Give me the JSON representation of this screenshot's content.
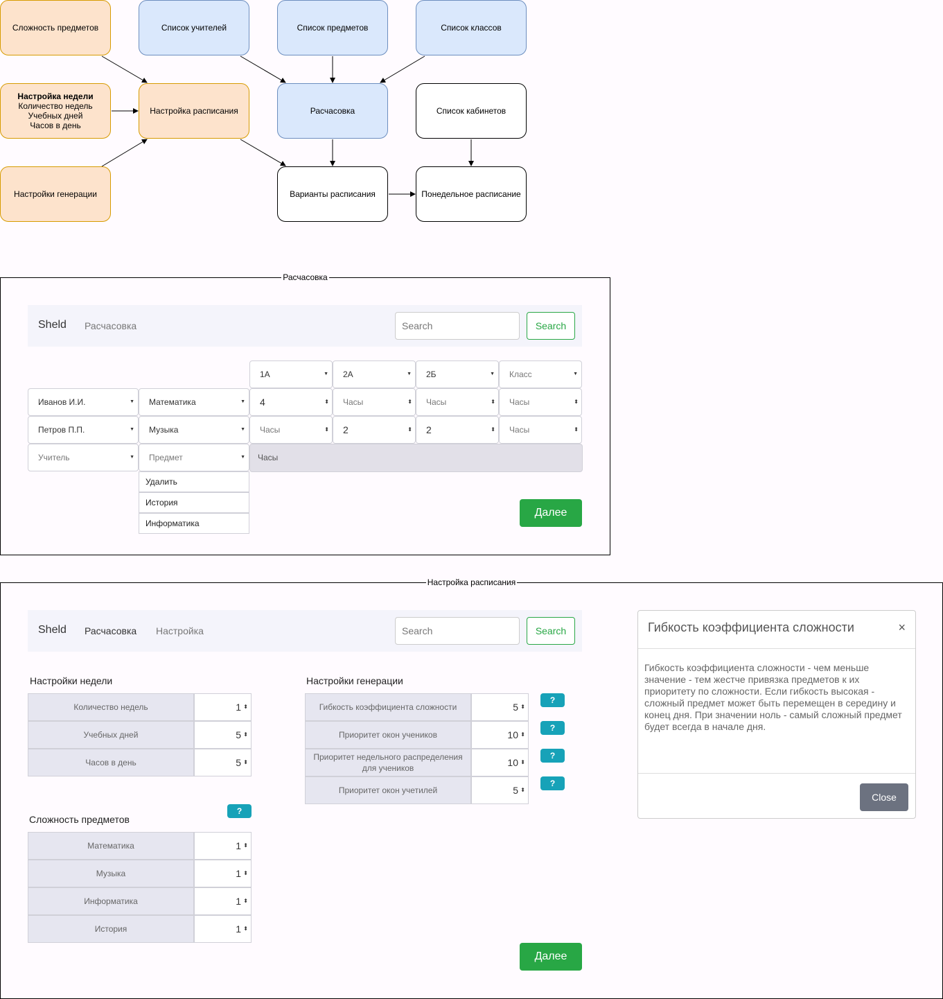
{
  "diagram": {
    "nodes": {
      "complexity": "Сложность предметов",
      "teachers": "Список учителей",
      "subjects": "Список предметов",
      "classes": "Список классов",
      "week_title": "Настройка недели",
      "week_line1": "Количество недель",
      "week_line2": "Учебных дней",
      "week_line3": "Часов в день",
      "schedule_setup": "Настройка расписания",
      "raschasovka": "Расчасовка",
      "rooms": "Список кабинетов",
      "generation": "Настройки генерации",
      "variants": "Варианты расписания",
      "weekly": "Понедельное расписание"
    }
  },
  "frame1": {
    "title": "Расчасовка",
    "navbar": {
      "brand": "Sheld",
      "link1": "Расчасовка",
      "search_placeholder": "Search",
      "search_button": "Search"
    },
    "class_headers": [
      "1А",
      "2А",
      "2Б",
      "Класс"
    ],
    "rows": [
      {
        "teacher": "Иванов И.И.",
        "subject": "Математика",
        "hours": [
          "4",
          "Часы",
          "Часы",
          "Часы"
        ]
      },
      {
        "teacher": "Петров П.П.",
        "subject": "Музыка",
        "hours": [
          "Часы",
          "2",
          "2",
          "Часы"
        ]
      }
    ],
    "new_row": {
      "teacher": "Учитель",
      "subject": "Предмет",
      "hours": "Часы"
    },
    "dropdown": [
      "Удалить",
      "История",
      "Информатика"
    ],
    "next_button": "Далее"
  },
  "frame2": {
    "title": "Настройка расписания",
    "navbar": {
      "brand": "Sheld",
      "link1": "Расчасовка",
      "link2": "Настройка",
      "search_placeholder": "Search",
      "search_button": "Search"
    },
    "week_settings": {
      "title": "Настройки недели",
      "rows": [
        {
          "label": "Количество недель",
          "value": "1"
        },
        {
          "label": "Учебных дней",
          "value": "5"
        },
        {
          "label": "Часов в день",
          "value": "5"
        }
      ]
    },
    "complexity": {
      "title": "Сложность предметов",
      "help": "?",
      "rows": [
        {
          "label": "Математика",
          "value": "1"
        },
        {
          "label": "Музыка",
          "value": "1"
        },
        {
          "label": "Информатика",
          "value": "1"
        },
        {
          "label": "История",
          "value": "1"
        }
      ]
    },
    "generation": {
      "title": "Настройки генерации",
      "rows": [
        {
          "label": "Гибкость коэффициента сложности",
          "value": "5",
          "help": "?"
        },
        {
          "label": "Приоритет окон учеников",
          "value": "10",
          "help": "?"
        },
        {
          "label": "Приоритет недельного распределения для учеников",
          "value": "10",
          "help": "?"
        },
        {
          "label": "Приоритет окон учетилей",
          "value": "5",
          "help": "?"
        }
      ]
    },
    "modal": {
      "title": "Гибкость коэффициента сложности",
      "close_x": "×",
      "body": "Гибкость коэффициента сложности - чем меньше значение - тем жестче привязка предметов к их приоритету по сложности. Если гибкость высокая - сложный предмет может быть перемещен в середину и конец дня. При значении ноль - самый сложный предмет будет всегда в начале дня.",
      "close_button": "Close"
    },
    "next_button": "Далее"
  }
}
